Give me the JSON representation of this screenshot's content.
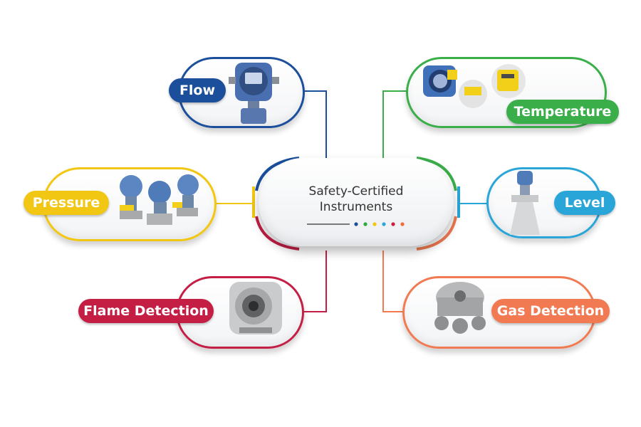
{
  "center": {
    "title_line1": "Safety-Certified",
    "title_line2": "Instruments",
    "dot_colors": [
      "#1b4f9c",
      "#2eaa3c",
      "#f2c713",
      "#2aa5d8",
      "#c8203e",
      "#f26b3a"
    ]
  },
  "nodes": [
    {
      "id": "flow",
      "label": "Flow",
      "color": "#1b4f9c",
      "icon": "flowmeter-icon"
    },
    {
      "id": "temperature",
      "label": "Temperature",
      "color": "#3aae49",
      "icon": "temperature-transmitter-icon"
    },
    {
      "id": "pressure",
      "label": "Pressure",
      "color": "#f2c713",
      "icon": "pressure-transmitter-icon"
    },
    {
      "id": "level",
      "label": "Level",
      "color": "#2aa5d8",
      "icon": "radar-level-icon"
    },
    {
      "id": "flame",
      "label": "Flame Detection",
      "color": "#c41e45",
      "icon": "flame-detector-icon"
    },
    {
      "id": "gas",
      "label": "Gas Detection",
      "color": "#f27a52",
      "icon": "gas-detector-icon"
    }
  ]
}
